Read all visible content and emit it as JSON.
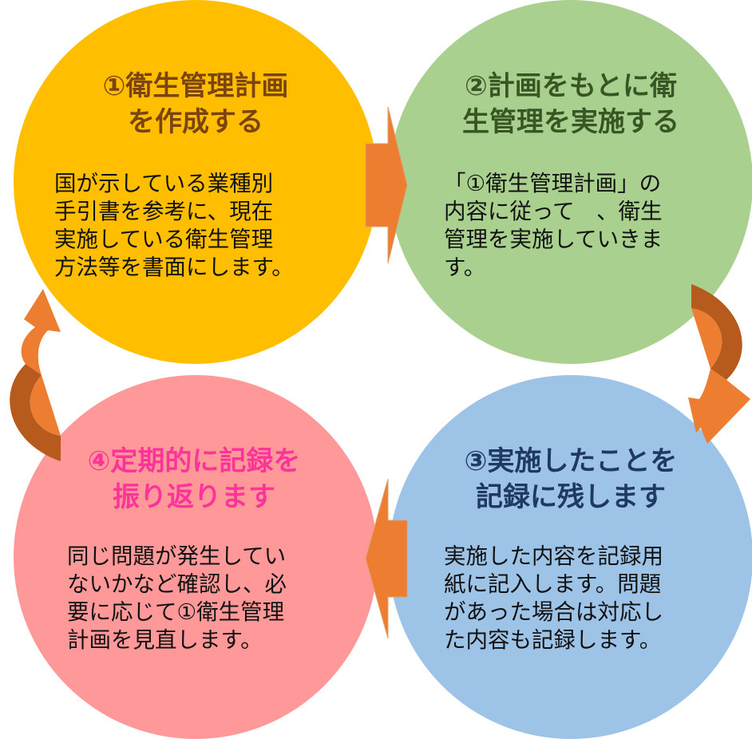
{
  "colors": {
    "circle1": "#ffbf00",
    "circle2": "#a9d08e",
    "circle3": "#9dc3e6",
    "circle4": "#ff9999",
    "title1": "#7a4310",
    "title2": "#375623",
    "title3": "#1f3864",
    "title4": "#ff3399",
    "arrow": "#ed7d31",
    "arrow_dark": "#b65a1d"
  },
  "steps": [
    {
      "title_lines": [
        "①衛生管理計画",
        "を作成する"
      ],
      "desc_lines": [
        "国が示している業種別",
        "手引書を参考に、現在",
        "実施している衛生管理",
        "方法等を書面にします。"
      ]
    },
    {
      "title_lines": [
        "②計画をもとに衛",
        "生管理を実施する"
      ],
      "desc_lines": [
        "「①衛生管理計画」の",
        "内容に従って　、衛生",
        "管理を実施していきま",
        "す。"
      ]
    },
    {
      "title_lines": [
        "③実施したことを",
        "記録に残します"
      ],
      "desc_lines": [
        "実施した内容を記録用",
        "紙に記入します。問題",
        "があった場合は対応し",
        "た内容も記録します。"
      ]
    },
    {
      "title_lines": [
        "④定期的に記録を",
        "振り返ります"
      ],
      "desc_lines": [
        "同じ問題が発生してい",
        "ないかなど確認し、必",
        "要に応じて①衛生管理",
        "計画を見直します。"
      ]
    }
  ]
}
